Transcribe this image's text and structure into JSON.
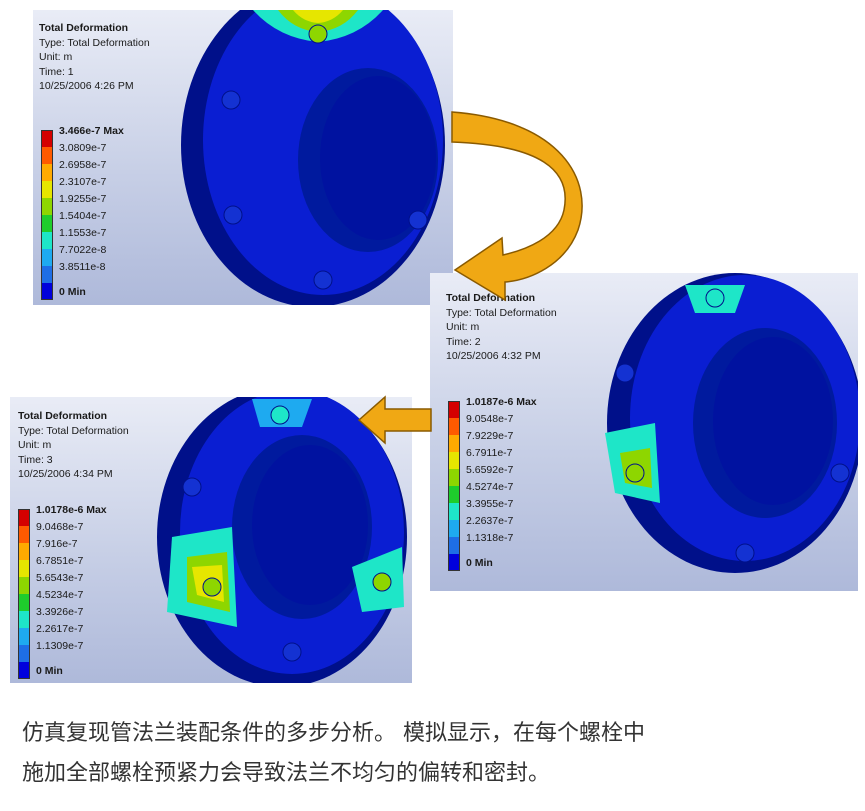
{
  "panels": [
    {
      "title": "Total Deformation",
      "type": "Type: Total Deformation",
      "unit": "Unit: m",
      "time": "Time: 1",
      "date": "10/25/2006 4:26 PM",
      "legend": [
        "3.466e-7 Max",
        "3.0809e-7",
        "2.6958e-7",
        "2.3107e-7",
        "1.9255e-7",
        "1.5404e-7",
        "1.1553e-7",
        "7.7022e-8",
        "3.8511e-8",
        "0 Min"
      ]
    },
    {
      "title": "Total Deformation",
      "type": "Type: Total Deformation",
      "unit": "Unit: m",
      "time": "Time: 2",
      "date": "10/25/2006 4:32 PM",
      "legend": [
        "1.0187e-6 Max",
        "9.0548e-7",
        "7.9229e-7",
        "6.7911e-7",
        "5.6592e-7",
        "4.5274e-7",
        "3.3955e-7",
        "2.2637e-7",
        "1.1318e-7",
        "0 Min"
      ]
    },
    {
      "title": "Total Deformation",
      "type": "Type: Total Deformation",
      "unit": "Unit: m",
      "time": "Time: 3",
      "date": "10/25/2006 4:34 PM",
      "legend": [
        "1.0178e-6 Max",
        "9.0468e-7",
        "7.916e-7",
        "6.7851e-7",
        "5.6543e-7",
        "4.5234e-7",
        "3.3926e-7",
        "2.2617e-7",
        "1.1309e-7",
        "0 Min"
      ]
    }
  ],
  "legend_colors": [
    "#d40000",
    "#ff5a00",
    "#ffaa00",
    "#e6e600",
    "#8ed600",
    "#1ecd2c",
    "#1ee6c8",
    "#1eaaf0",
    "#1e6ee6",
    "#0000dc"
  ],
  "flange_colors": {
    "body": "#0a1ed2",
    "dark": "#00108a",
    "inner": "#001a9e",
    "bolt": "#1432d2"
  },
  "arrow_color": "#f0a814",
  "caption": {
    "line1": "仿真复现管法兰装配条件的多步分析。 模拟显示，在每个螺栓中",
    "line2": "施加全部螺栓预紧力会导致法兰不均匀的偏转和密封。"
  }
}
